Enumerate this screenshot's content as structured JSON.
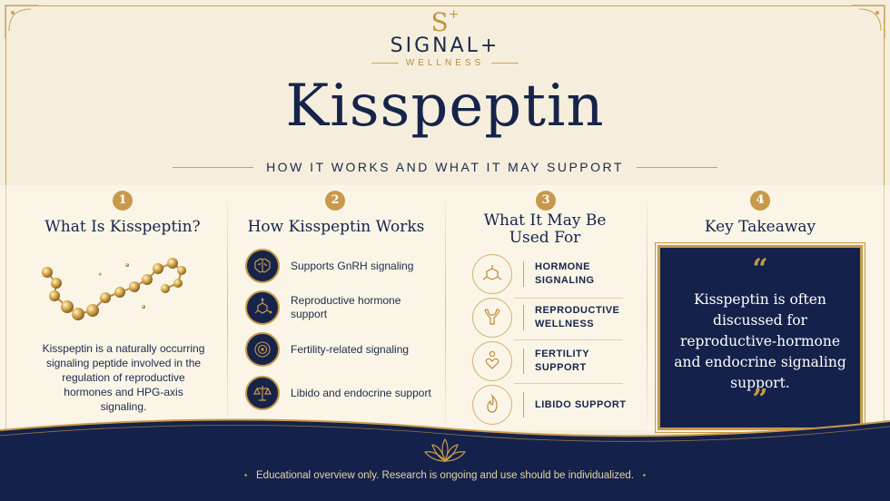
{
  "brand": {
    "mark": "S",
    "mark_plus": "+",
    "name": "SIGNAL+",
    "sub": "WELLNESS"
  },
  "title": "Kisspeptin",
  "subtitle": "HOW IT WORKS AND WHAT IT MAY SUPPORT",
  "sections": {
    "what": {
      "number": "1",
      "title": "What Is Kisspeptin?",
      "body": "Kisspeptin is a naturally occurring signaling peptide involved in the regulation of reproductive hormones and HPG-axis signaling."
    },
    "how": {
      "number": "2",
      "title": "How Kisspeptin Works",
      "items": [
        {
          "icon": "brain-icon",
          "label": "Supports GnRH signaling"
        },
        {
          "icon": "molecule-icon",
          "label": "Reproductive hormone support"
        },
        {
          "icon": "target-icon",
          "label": "Fertility-related signaling"
        },
        {
          "icon": "balance-scale-icon",
          "label": "Libido and endocrine support"
        }
      ]
    },
    "uses": {
      "number": "3",
      "title": "What It May Be Used For",
      "items": [
        {
          "icon": "molecule-icon",
          "label": "HORMONE SIGNALING"
        },
        {
          "icon": "uterus-icon",
          "label": "REPRODUCTIVE WELLNESS"
        },
        {
          "icon": "heart-hands-icon",
          "label": "FERTILITY SUPPORT"
        },
        {
          "icon": "flame-icon",
          "label": "LIBIDO SUPPORT"
        }
      ]
    },
    "takeaway": {
      "number": "4",
      "title": "Key Takeaway",
      "open_quote": "“",
      "close_quote": "”",
      "body": "Kisspeptin is often discussed for reproductive-hormone and endocrine signaling support."
    }
  },
  "footer": {
    "note": "Educational overview only. Research is ongoing and use should be individualized.",
    "bullet": "•"
  },
  "colors": {
    "navy": "#14214a",
    "gold": "#c7994a",
    "cream": "#f6eedd"
  }
}
